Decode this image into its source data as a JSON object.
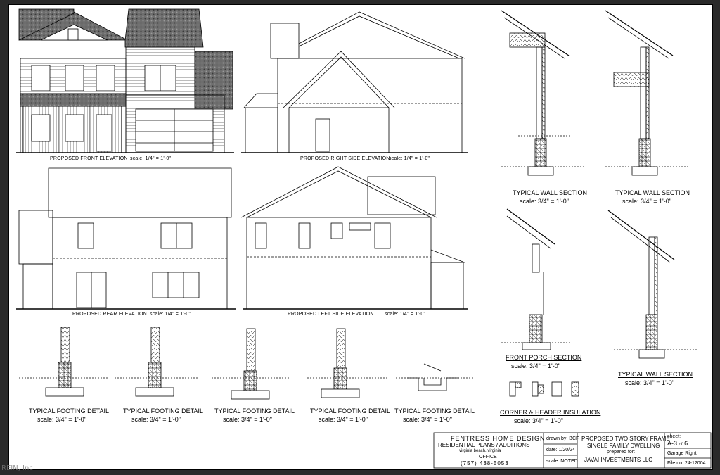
{
  "elevations": {
    "front": {
      "title": "PROPOSED FRONT ELEVATION",
      "scale": "scale: 1/4\" = 1'-0\""
    },
    "right": {
      "title": "PROPOSED RIGHT SIDE ELEVATION",
      "scale": "scale: 1/4\" = 1'-0\""
    },
    "rear": {
      "title": "PROPOSED REAR ELEVATION",
      "scale": "scale: 1/4\" = 1'-0\""
    },
    "left": {
      "title": "PROPOSED LEFT SIDE ELEVATION",
      "scale": "scale: 1/4\" = 1'-0\""
    }
  },
  "wall_sections": [
    {
      "title": "TYPICAL WALL SECTION",
      "scale": "scale: 3/4\" = 1'-0\""
    },
    {
      "title": "TYPICAL WALL SECTION",
      "scale": "scale: 3/4\" = 1'-0\""
    },
    {
      "title": "TYPICAL WALL SECTION",
      "scale": "scale: 3/4\" = 1'-0\""
    }
  ],
  "porch_section": {
    "title": "FRONT PORCH SECTION",
    "scale": "scale: 3/4\" = 1'-0\""
  },
  "corner_detail": {
    "title": "CORNER & HEADER INSULATION",
    "scale": "scale: 3/4\" = 1'-0\""
  },
  "footing_details": [
    {
      "title": "TYPICAL FOOTING DETAIL",
      "scale": "scale: 3/4\" = 1'-0\""
    },
    {
      "title": "TYPICAL FOOTING DETAIL",
      "scale": "scale: 3/4\" = 1'-0\""
    },
    {
      "title": "TYPICAL FOOTING DETAIL",
      "scale": "scale: 3/4\" = 1'-0\""
    },
    {
      "title": "TYPICAL FOOTING DETAIL",
      "scale": "scale: 3/4\" = 1'-0\""
    },
    {
      "title": "TYPICAL FOOTING DETAIL",
      "scale": "scale: 3/4\" = 1'-0\""
    }
  ],
  "title_block": {
    "firm": "FENTRESS HOME DESIGN",
    "services": "RESIDENTIAL PLANS / ADDITIONS",
    "location": "virginia beach, virginia",
    "office_label": "OFFICE",
    "phone": "(757) 438-5053",
    "drawn_by": "drawn by: BCF",
    "date": "date: 1/20/24",
    "scale": "scale: NOTED",
    "project_line1": "PROPOSED TWO STORY FRAME",
    "project_line2": "SINGLE FAMILY DWELLING",
    "prepared_for": "prepared for:",
    "client": "JAVAI INVESTMENTS LLC",
    "sheet_label": "sheet:",
    "sheet_no": "A-3",
    "sheet_of": "of",
    "sheet_total": "6",
    "drawing_label": "Garage Right",
    "file_no": "File no. 24-12004"
  },
  "watermark": "REIN, Inc"
}
